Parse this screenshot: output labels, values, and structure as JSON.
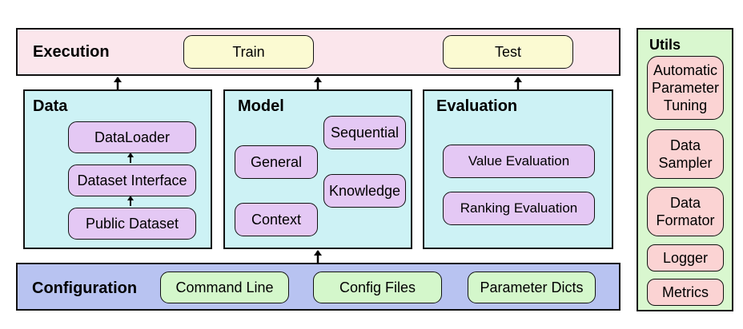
{
  "execution": {
    "title": "Execution",
    "train": "Train",
    "test": "Test"
  },
  "data": {
    "title": "Data",
    "dataloader": "DataLoader",
    "dataset_interface": "Dataset Interface",
    "public_dataset": "Public Dataset"
  },
  "model": {
    "title": "Model",
    "general": "General",
    "sequential": "Sequential",
    "knowledge": "Knowledge",
    "context": "Context"
  },
  "evaluation": {
    "title": "Evaluation",
    "value": "Value Evaluation",
    "ranking": "Ranking Evaluation"
  },
  "configuration": {
    "title": "Configuration",
    "command_line": "Command Line",
    "config_files": "Config Files",
    "parameter_dicts": "Parameter Dicts"
  },
  "utils": {
    "title": "Utils",
    "items": [
      "Automatic Parameter Tuning",
      "Data Sampler",
      "Data Formator",
      "Logger",
      "Metrics"
    ]
  },
  "colors": {
    "execution_bg": "#fbe6ec",
    "module_bg": "#cdf2f5",
    "configuration_bg": "#b8c3f1",
    "utils_bg": "#d9f7cf",
    "pill_lavender": "#e4c8f4",
    "pill_yellow": "#fbfad2",
    "pill_green": "#d4f7cb",
    "pill_pink": "#fbd3d3"
  }
}
